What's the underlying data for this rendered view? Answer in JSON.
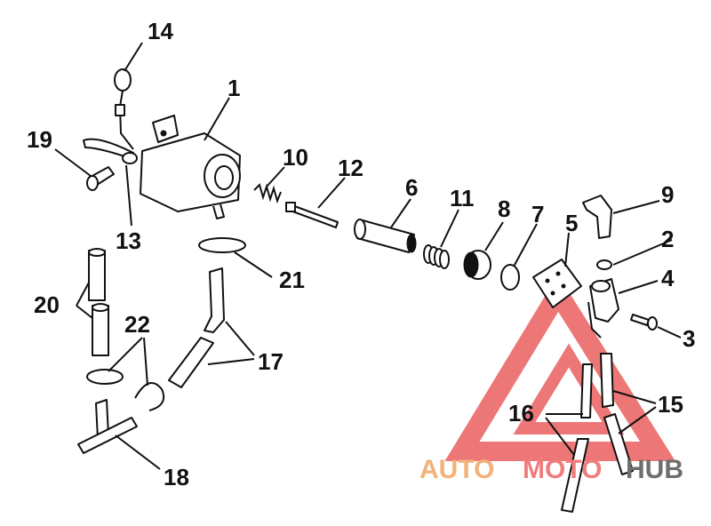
{
  "labels": {
    "l1": "1",
    "l2": "2",
    "l3": "3",
    "l4": "4",
    "l5": "5",
    "l6": "6",
    "l7": "7",
    "l8": "8",
    "l9": "9",
    "l10": "10",
    "l11": "11",
    "l12": "12",
    "l13": "13",
    "l14": "14",
    "l15": "15",
    "l16": "16",
    "l17": "17",
    "l18": "18",
    "l19": "19",
    "l20": "20",
    "l21": "21",
    "l22": "22"
  },
  "watermark": {
    "auto": "AUTO",
    "moto": "MOTO",
    "hub": "HUB"
  },
  "colors": {
    "ink": "#111111",
    "watermark_red": "#e84a4a",
    "watermark_orange": "#f2b27a",
    "watermark_gray": "#6e6e6e"
  }
}
